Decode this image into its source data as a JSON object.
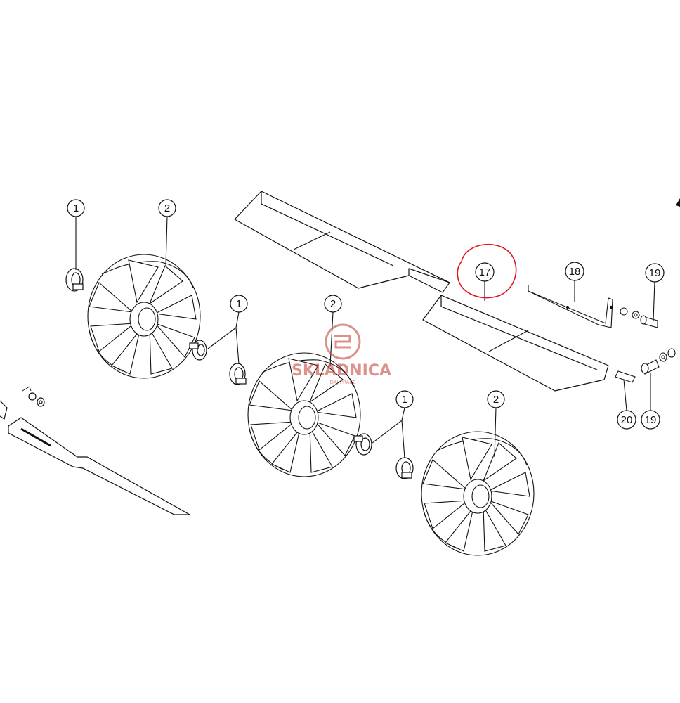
{
  "diagram": {
    "callouts": [
      {
        "id": "c1a",
        "label": "1"
      },
      {
        "id": "c2a",
        "label": "2"
      },
      {
        "id": "c1b",
        "label": "1"
      },
      {
        "id": "c2b",
        "label": "2"
      },
      {
        "id": "c1c",
        "label": "1"
      },
      {
        "id": "c2c",
        "label": "2"
      },
      {
        "id": "c17",
        "label": "17"
      },
      {
        "id": "c18",
        "label": "18"
      },
      {
        "id": "c19a",
        "label": "19"
      },
      {
        "id": "c19b",
        "label": "19"
      },
      {
        "id": "c20",
        "label": "20"
      }
    ],
    "highlight_color": "#e0141e",
    "line_color": "#111111",
    "watermark": {
      "text": "SKLADNICA",
      "subtext": "DAJ PRACĘ",
      "color": "#c0392b"
    }
  }
}
